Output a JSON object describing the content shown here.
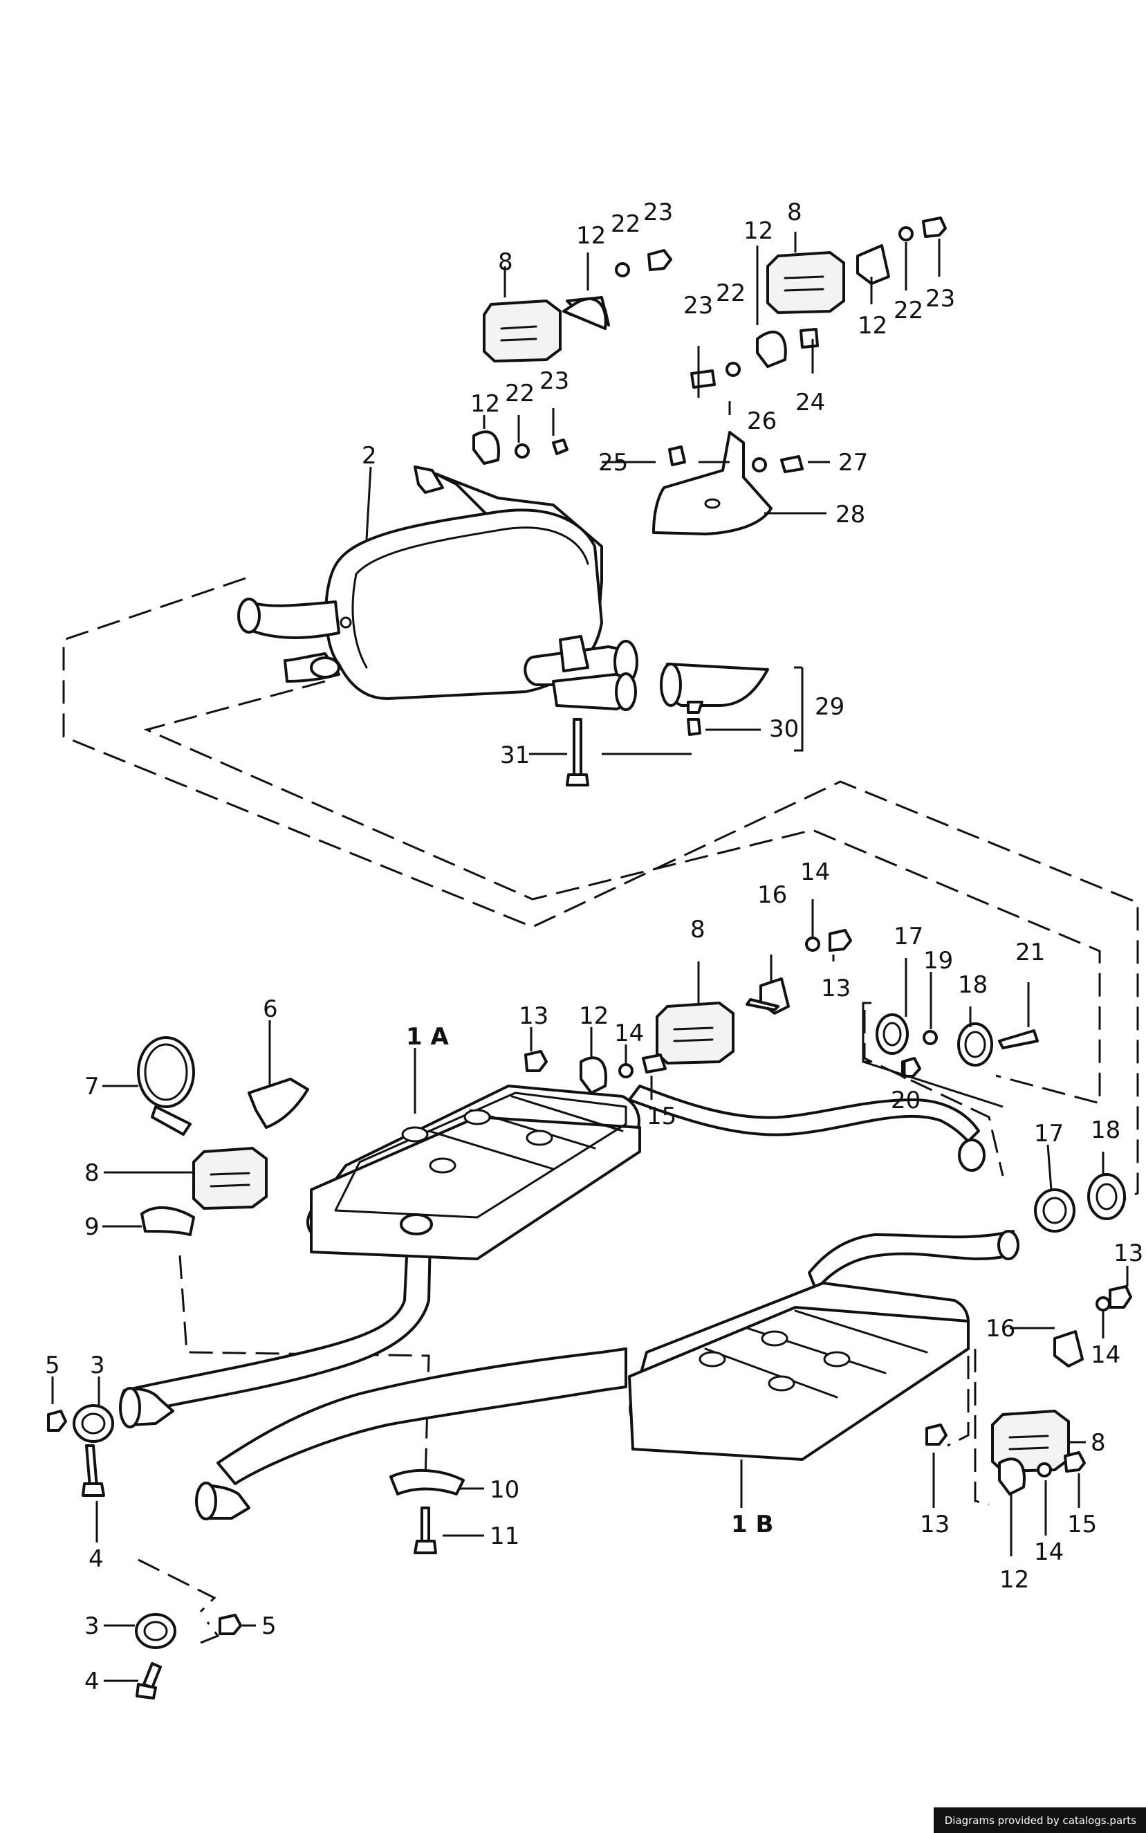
{
  "labels": {
    "c2": "2",
    "c8a": "8",
    "c12a": "12",
    "c22a": "22",
    "c23a": "23",
    "c12b": "12",
    "c22b": "22",
    "c23b": "23",
    "c12c": "12",
    "c8b": "8",
    "c23c": "23",
    "c22c": "22",
    "c24": "24",
    "c12d": "12",
    "c22d": "22",
    "c23d": "23",
    "c25": "25",
    "c26": "26",
    "c27": "27",
    "c28": "28",
    "c29": "29",
    "c30": "30",
    "c31": "31",
    "c8c": "8",
    "c16a": "16",
    "c14a": "14",
    "c13a": "13",
    "c17a": "17",
    "c19": "19",
    "c18a": "18",
    "c21": "21",
    "c20": "20",
    "c13b": "13",
    "c12e": "12",
    "c14b": "14",
    "c15a": "15",
    "c6": "6",
    "c1A": "1 A",
    "c7": "7",
    "c8d": "8",
    "c9": "9",
    "c17b": "17",
    "c18b": "18",
    "c13c": "13",
    "c16b": "16",
    "c14c": "14",
    "c8e": "8",
    "c13d": "13",
    "c12f": "12",
    "c14d": "14",
    "c15b": "15",
    "c1B": "1 B",
    "c5a": "5",
    "c3a": "3",
    "c4a": "4",
    "c10": "10",
    "c11": "11",
    "c3b": "3",
    "c5b": "5",
    "c4b": "4"
  },
  "credit": "Diagrams provided by catalogs.parts"
}
